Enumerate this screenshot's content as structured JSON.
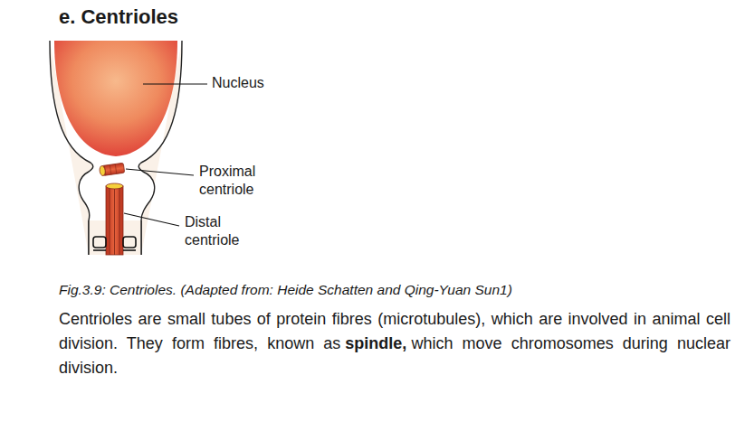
{
  "diagram": {
    "title": "e. Centrioles",
    "caption": "Fig.3.9: Centrioles. (Adapted from: Heide Schatten and Qing-Yuan Sun1)",
    "labels": [
      "Nucleus",
      "Proximal centriole",
      "Distal centriole",
      "Centrioles are small tubes of protein fibres (microtubules), which are involved in animal cell division. They form fibres, known as",
      "spindle,",
      "which move chromosomes during nuclear division."
    ]
  }
}
